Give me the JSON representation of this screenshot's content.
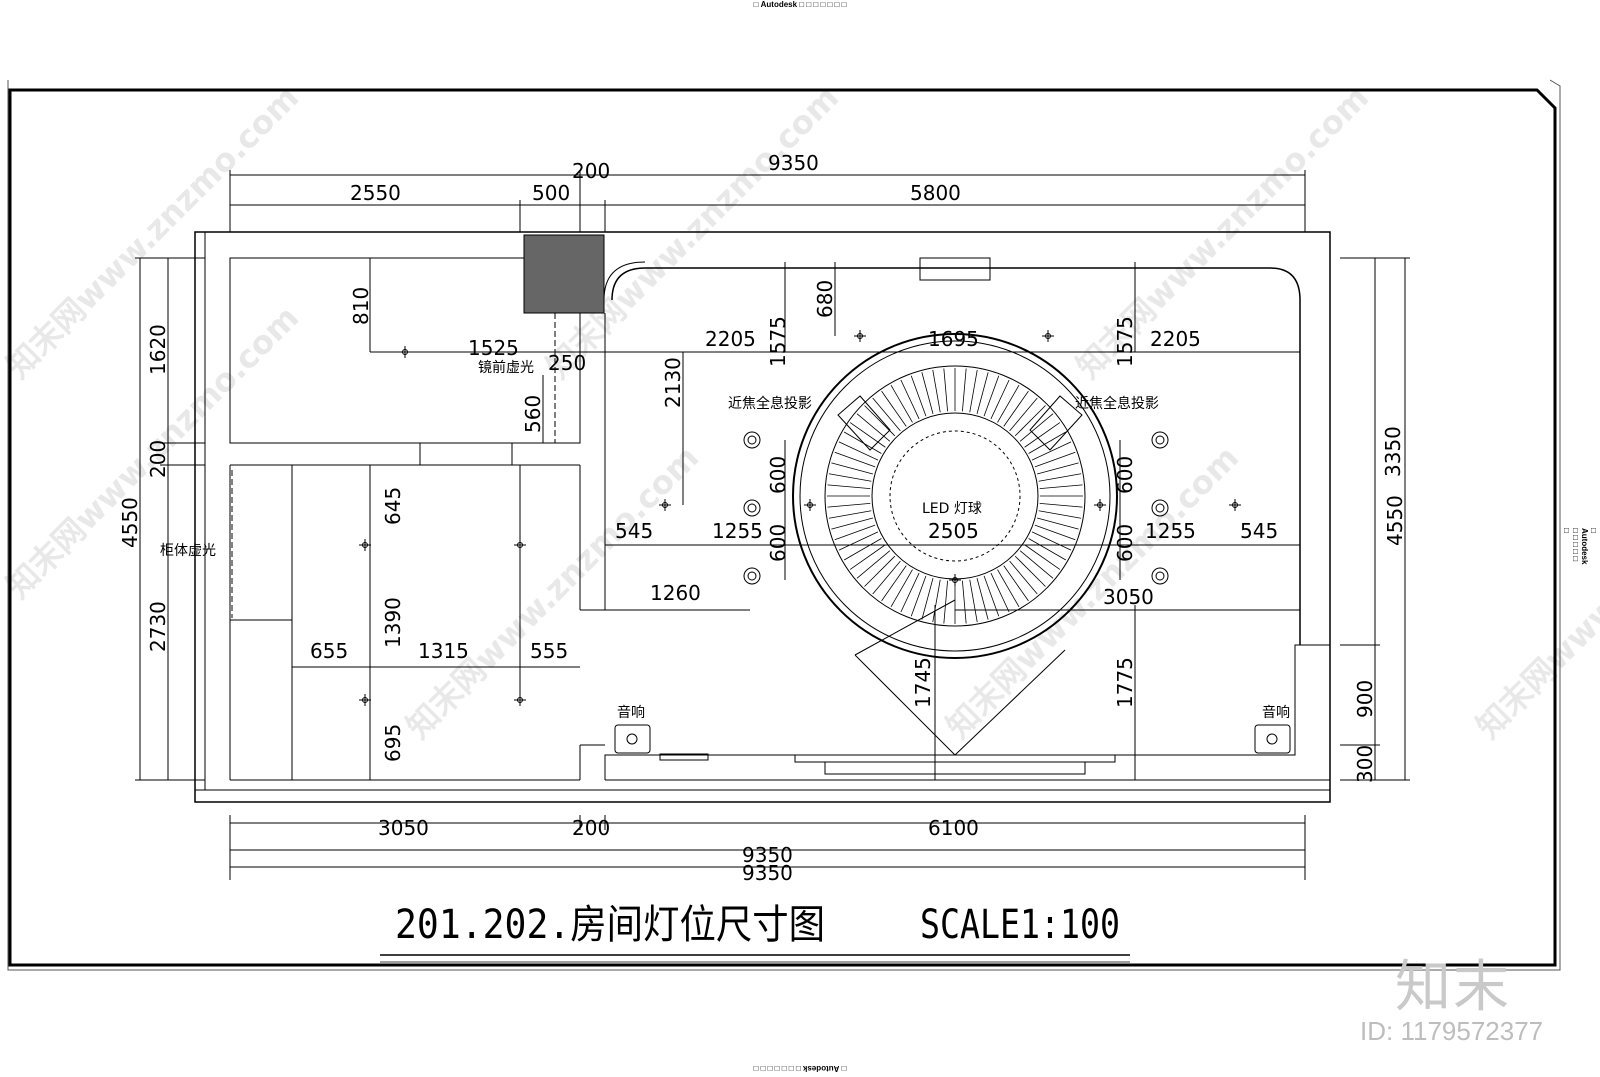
{
  "header": {
    "autodesk_text": "Autodesk"
  },
  "watermark": {
    "site": "知末网www.znzmo.com",
    "brand": "知末",
    "id": "ID: 1179572377"
  },
  "drawing": {
    "title": "201.202.房间灯位尺寸图",
    "scale": "SCALE1:100",
    "labels": {
      "mirror_light": "镜前虚光",
      "cabinet_light": "柜体虚光",
      "projector_left": "近焦全息投影",
      "projector_right": "近焦全息投影",
      "led": "LED 灯球",
      "speaker_left": "音响",
      "speaker_right": "音响"
    },
    "dims": {
      "top_total": "9350",
      "top_200": "200",
      "top_2550": "2550",
      "top_500": "500",
      "top_5800": "5800",
      "bottom_3050": "3050",
      "bottom_200": "200",
      "bottom_6100": "6100",
      "bottom_total_1": "9350",
      "bottom_total_2": "9350",
      "left_1620": "1620",
      "left_200": "200",
      "left_4550": "4550",
      "left_2730": "2730",
      "right_3350": "3350",
      "right_4550": "4550",
      "right_900": "900",
      "right_300": "300",
      "d810": "810",
      "d1525": "1525",
      "d250": "250",
      "d560": "560",
      "d645": "645",
      "d1390": "1390",
      "d655": "655",
      "d1315": "1315",
      "d555": "555",
      "d695": "695",
      "d680": "680",
      "d2205_l": "2205",
      "d1575_l": "1575",
      "d1695": "1695",
      "d1575_r": "1575",
      "d2205_r": "2205",
      "d2130": "2130",
      "d600_l1": "600",
      "d600_l2": "600",
      "d600_r1": "600",
      "d600_r2": "600",
      "d545_l": "545",
      "d1255_l": "1255",
      "d2505": "2505",
      "d1255_r": "1255",
      "d545_r": "545",
      "d1260": "1260",
      "d3050": "3050",
      "d1745": "1745",
      "d1775": "1775"
    }
  }
}
